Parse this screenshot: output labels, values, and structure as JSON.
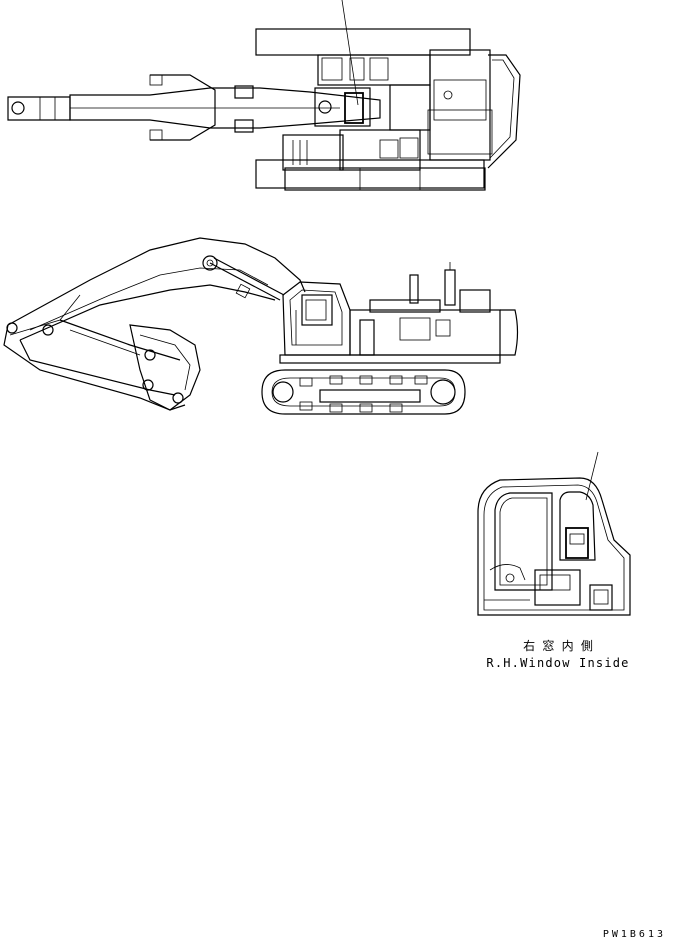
{
  "labels": {
    "location_jp": "右 窓 内 側",
    "location_en": "R.H.Window Inside",
    "drawing_code": "PW1B613"
  },
  "icons": {
    "top_view": "excavator-top-view",
    "side_view": "excavator-side-view",
    "cab_detail": "cab-right-window-detail"
  }
}
